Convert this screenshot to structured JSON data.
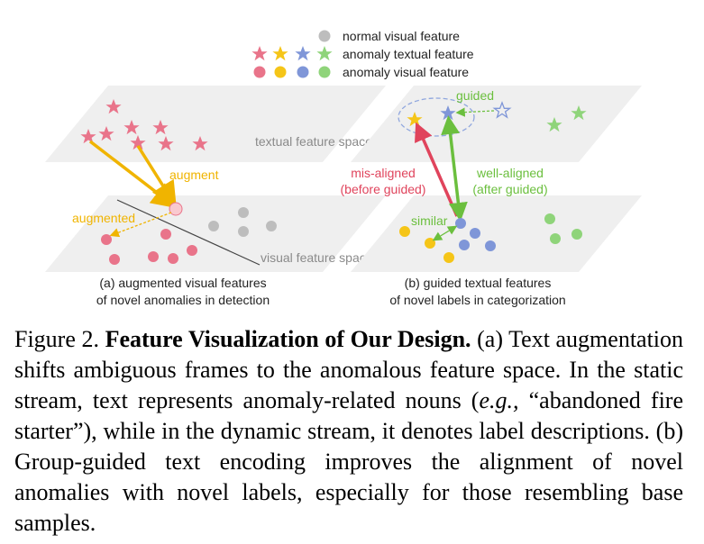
{
  "legend": {
    "normal_visual": "normal visual feature",
    "anomaly_textual": "anomaly textual feature",
    "anomaly_visual": "anomaly visual feature"
  },
  "colors": {
    "pink": "#e9748a",
    "yellow": "#f5c518",
    "blue": "#7f96d8",
    "green": "#8fd47a",
    "gray": "#bdbdbd",
    "plane": "#efefef",
    "red_arrow": "#e0445c",
    "green_arrow": "#6bbf3e",
    "orange_arrow": "#f0b400"
  },
  "panel_a": {
    "textual_space_label": "textual feature space",
    "visual_space_label": "visual feature space",
    "augment_label": "augment",
    "augmented_label": "augmented",
    "subcaption_line1": "(a) augmented visual features",
    "subcaption_line2": "of novel anomalies in detection"
  },
  "panel_b": {
    "guided_label": "guided",
    "misaligned_line1": "mis-aligned",
    "misaligned_line2": "(before guided)",
    "wellaligned_line1": "well-aligned",
    "wellaligned_line2": "(after guided)",
    "similar_label": "similar",
    "subcaption_line1": "(b) guided textual features",
    "subcaption_line2": "of novel labels in categorization"
  },
  "caption": {
    "prefix": "Figure 2.",
    "title": "Feature Visualization of Our Design.",
    "part1": "(a) Text augmentation shifts ambiguous frames to the anomalous feature space. In the static stream, text represents anomaly-related nouns (",
    "eg": "e.g.,",
    "part2": "“abandoned fire starter”), while in the dynamic stream, it denotes label descriptions. (b) Group-guided text encoding improves the alignment of novel anomalies with novel labels, especially for those resembling base samples."
  }
}
